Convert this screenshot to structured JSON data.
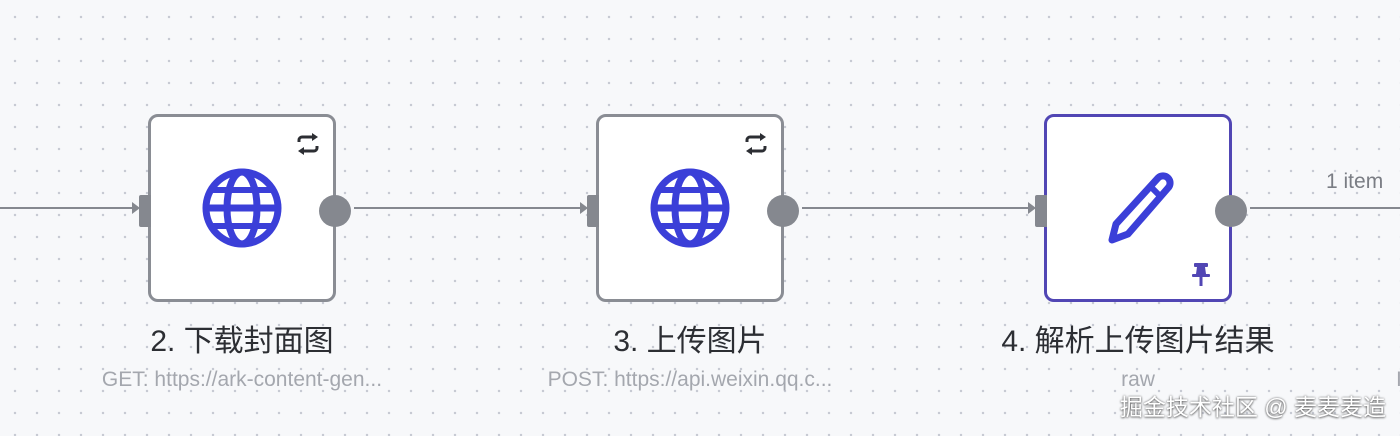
{
  "canvas": {
    "colors": {
      "icon_accent": "#3b3fd8",
      "selected_border": "#5146b4",
      "node_border": "#8a8d94",
      "edge": "#85888f"
    }
  },
  "nodes": [
    {
      "title": "2. 下载封面图",
      "subtitle": "GET: https://ark-content-gen...",
      "icon": "globe-icon",
      "badge": "loop-icon",
      "selected": false
    },
    {
      "title": "3. 上传图片",
      "subtitle": "POST: https://api.weixin.qq.c...",
      "icon": "globe-icon",
      "badge": "loop-icon",
      "selected": false
    },
    {
      "title": "4. 解析上传图片结果",
      "subtitle": "raw",
      "icon": "pencil-icon",
      "badge": "pin-icon",
      "selected": true
    }
  ],
  "edges": {
    "output_label": "1 item",
    "next_subtitle_stub": "I"
  },
  "watermark": "掘金技术社区 @ 麦麦麦造"
}
